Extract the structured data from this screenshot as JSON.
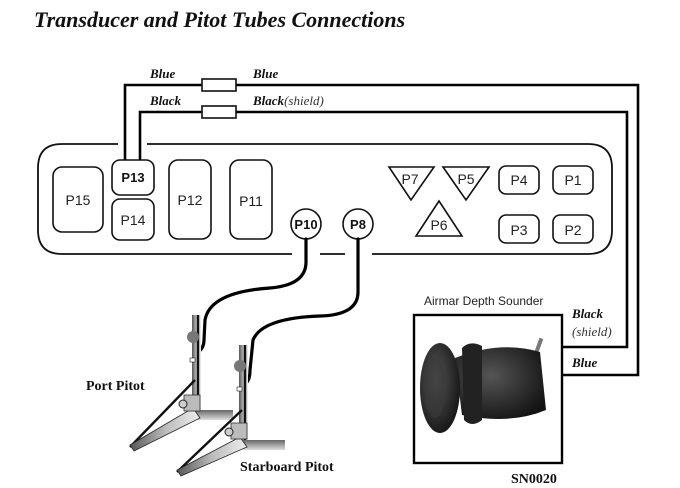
{
  "title": "Transducer and Pitot Tubes Connections",
  "wires": {
    "blue_left": "Blue",
    "blue_right": "Blue",
    "black_left": "Black",
    "black_right_main": "Black",
    "black_right_sub": "(shield)",
    "sounder_black": "Black",
    "sounder_shield": "(shield)",
    "sounder_blue": "Blue"
  },
  "panel": {
    "ports": {
      "p1": "P1",
      "p2": "P2",
      "p3": "P3",
      "p4": "P4",
      "p5": "P5",
      "p6": "P6",
      "p7": "P7",
      "p8": "P8",
      "p10": "P10",
      "p11": "P11",
      "p12": "P12",
      "p13": "P13",
      "p14": "P14",
      "p15": "P15"
    }
  },
  "sounder": {
    "label": "Airmar Depth Sounder",
    "part_number": "SN0020"
  },
  "pitots": {
    "port": "Port Pitot",
    "starboard": "Starboard Pitot"
  }
}
